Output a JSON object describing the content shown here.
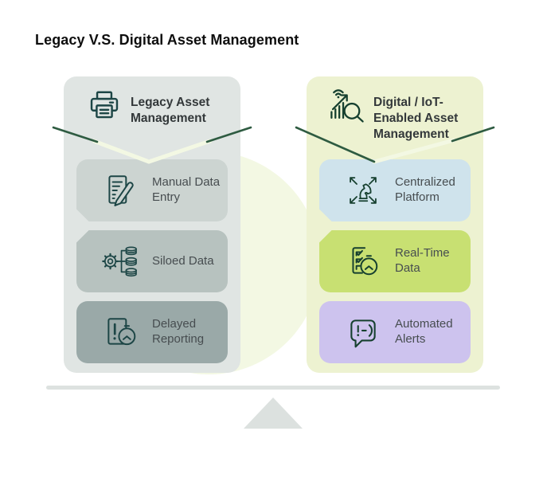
{
  "title": "Legacy V.S. Digital Asset Management",
  "colors": {
    "page_bg": "#ffffff",
    "accent_cream_blob": "#f3f8e3",
    "flap_line_dark_green": "#2e5b41",
    "left_panel_bg": "#e0e5e3",
    "right_panel_bg": "#edf2d1",
    "beam_gray": "#dde2e0",
    "left_icon_stroke": "#1d4646",
    "right_icon_stroke": "#16402f"
  },
  "left_panel": {
    "header": {
      "icon": "printer-icon",
      "title": "Legacy Asset Management"
    },
    "items": [
      {
        "icon": "manual-data-entry-icon",
        "label": "Manual Data Entry",
        "bg": "#ccd4d1"
      },
      {
        "icon": "siloed-data-icon",
        "label": "Siloed Data",
        "bg": "#b7c2bf"
      },
      {
        "icon": "delayed-reporting-icon",
        "label": "Delayed Reporting",
        "bg": "#9aa9a8"
      }
    ]
  },
  "right_panel": {
    "header": {
      "icon": "iot-analytics-icon",
      "title": "Digital / IoT-Enabled Asset Management"
    },
    "items": [
      {
        "icon": "centralized-platform-icon",
        "label": "Centralized Platform",
        "bg": "#cfe3ec"
      },
      {
        "icon": "real-time-data-icon",
        "label": "Real-Time Data",
        "bg": "#c8e072"
      },
      {
        "icon": "automated-alerts-icon",
        "label": "Automated Alerts",
        "bg": "#cdc3ee"
      }
    ]
  },
  "balance": {
    "beam": "balance-beam",
    "fulcrum": "balance-fulcrum-triangle"
  }
}
